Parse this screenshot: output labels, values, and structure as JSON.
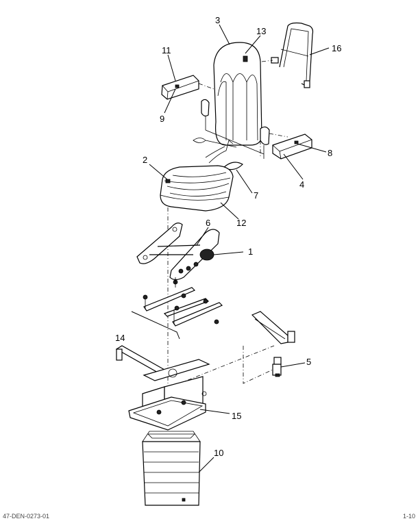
{
  "diagram": {
    "title": "",
    "callouts": [
      {
        "id": "1",
        "text": "1"
      },
      {
        "id": "2",
        "text": "2"
      },
      {
        "id": "3",
        "text": "3"
      },
      {
        "id": "4",
        "text": "4"
      },
      {
        "id": "5",
        "text": "5"
      },
      {
        "id": "6",
        "text": "6"
      },
      {
        "id": "7",
        "text": "7"
      },
      {
        "id": "8",
        "text": "8"
      },
      {
        "id": "9",
        "text": "9"
      },
      {
        "id": "10",
        "text": "10"
      },
      {
        "id": "11",
        "text": "11"
      },
      {
        "id": "12",
        "text": "12"
      },
      {
        "id": "13",
        "text": "13"
      },
      {
        "id": "14",
        "text": "14"
      },
      {
        "id": "15",
        "text": "15"
      },
      {
        "id": "16",
        "text": "16"
      }
    ]
  },
  "footer": {
    "doc_id": "47-DEN-0273-01",
    "page": "1-10"
  }
}
